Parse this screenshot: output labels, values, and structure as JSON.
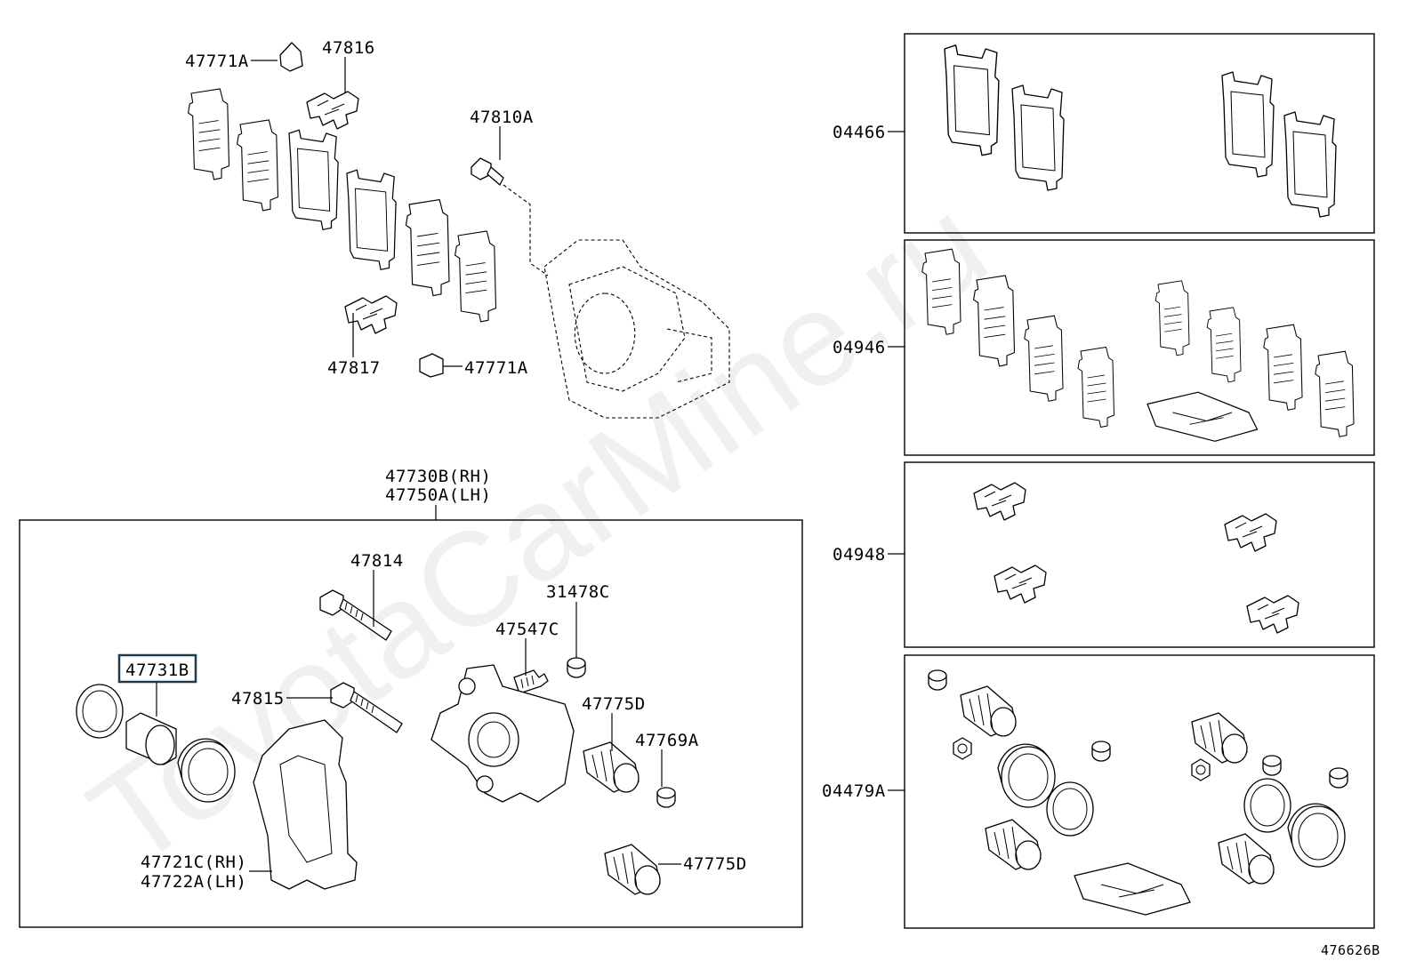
{
  "watermark": "ToyotaCarMine.ru",
  "diagram_id": "476626B",
  "selected_part": "47731B",
  "callouts": {
    "c47771A_top": "47771A",
    "c47816": "47816",
    "c47810A": "47810A",
    "c47817": "47817",
    "c47771A_bot": "47771A",
    "c47730B": "47730B(RH)",
    "c47750A": "47750A(LH)",
    "c47814": "47814",
    "c31478C": "31478C",
    "c47547C": "47547C",
    "c47731B": "47731B",
    "c47815": "47815",
    "c47775D_a": "47775D",
    "c47769A": "47769A",
    "c47721C": "47721C(RH)",
    "c47722A": "47722A(LH)",
    "c47775D_b": "47775D"
  },
  "kits": [
    {
      "number": "04466"
    },
    {
      "number": "04946"
    },
    {
      "number": "04948"
    },
    {
      "number": "04479A"
    }
  ]
}
